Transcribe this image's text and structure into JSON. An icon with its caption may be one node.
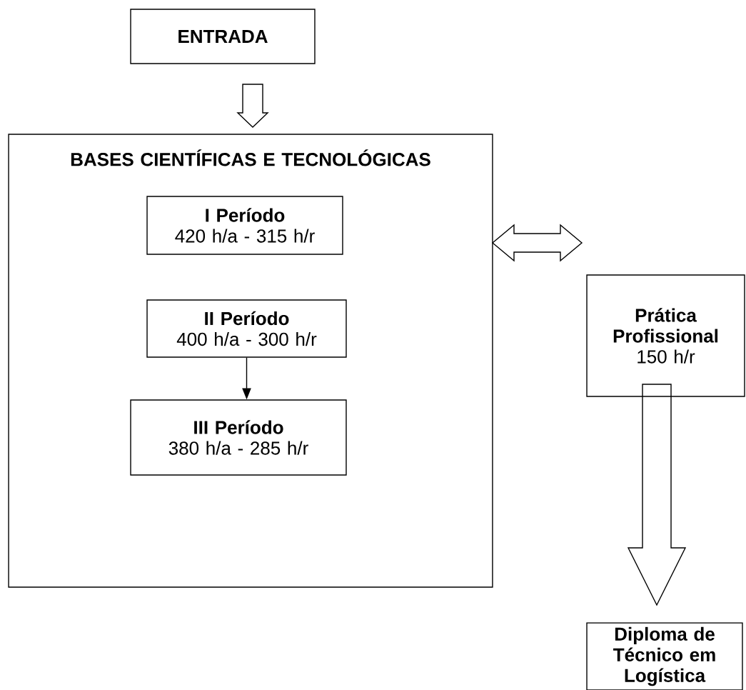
{
  "diagram": {
    "nodes": [
      {
        "text": [
          "ENTRADA"
        ]
      },
      {
        "text": [
          "BASES CIENTÍFICAS E TECNOLÓGICAS"
        ]
      },
      {
        "text": [
          "I Período",
          "420 h/a - 315 h/r"
        ],
        "in": 1
      },
      {
        "text": [
          "II Período",
          "400 h/a - 300 h/r"
        ],
        "in": 1
      },
      {
        "text": [
          "III Período",
          "380 h/a - 285 h/r"
        ],
        "in": 1
      },
      {
        "text": [
          "Prática Profissional",
          "150 h/r"
        ]
      },
      {
        "text": [
          "Diploma de Técnico em Logística"
        ]
      }
    ],
    "edges": [
      {
        "from": 0,
        "to": 1,
        "arrow": "to",
        "style": "thick"
      },
      {
        "from": 1,
        "to": 5,
        "arrow": "both",
        "style": "thick"
      },
      {
        "from": 3,
        "to": 4,
        "arrow": "to"
      },
      {
        "from": 5,
        "to": 6,
        "arrow": "to",
        "style": "thick"
      }
    ]
  }
}
